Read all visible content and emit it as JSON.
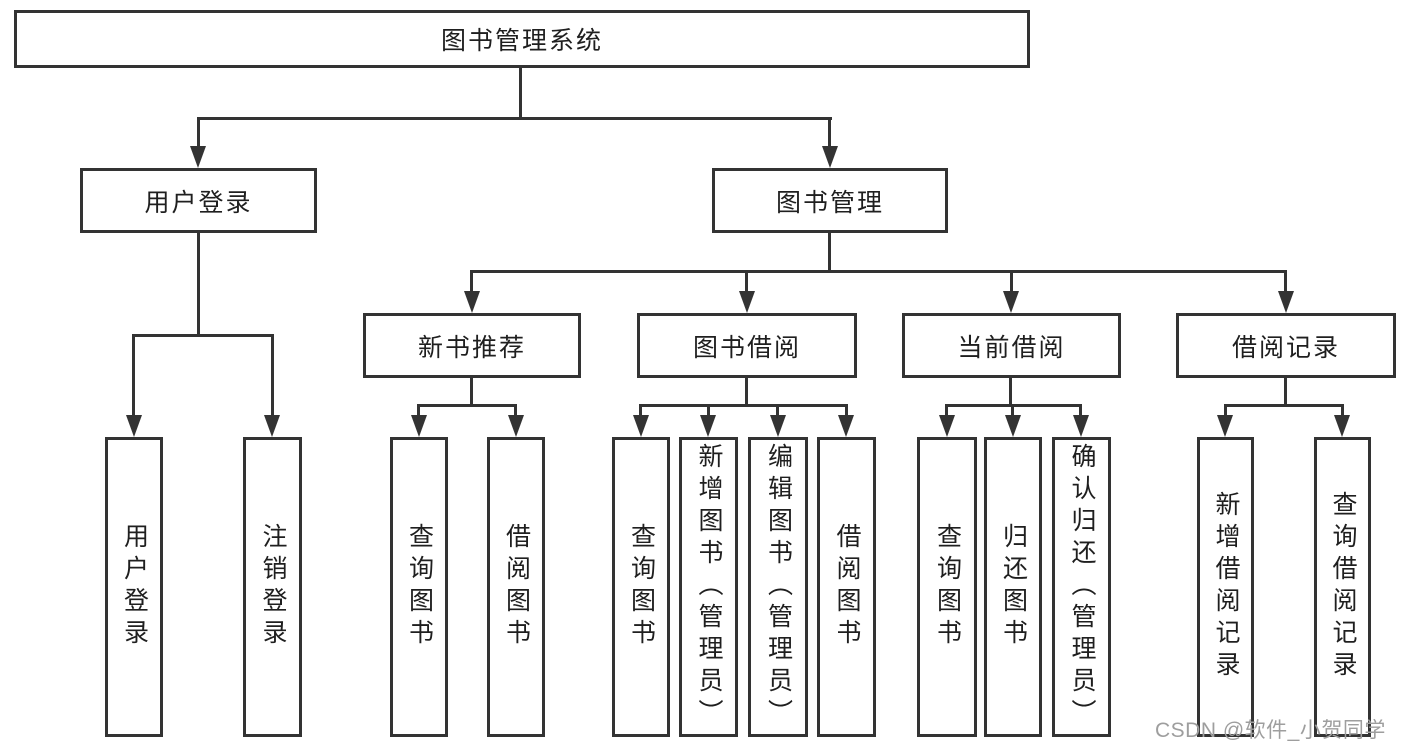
{
  "diagram": {
    "root": {
      "label": "图书管理系统"
    },
    "level2": {
      "user_login": {
        "label": "用户登录"
      },
      "book_mgmt": {
        "label": "图书管理"
      }
    },
    "level3": {
      "new_book": {
        "label": "新书推荐"
      },
      "book_borrow": {
        "label": "图书借阅"
      },
      "current_borrow": {
        "label": "当前借阅"
      },
      "borrow_records": {
        "label": "借阅记录"
      }
    },
    "leaves": {
      "user_login_1": {
        "label": "用户登录"
      },
      "user_login_2": {
        "label": "注销登录"
      },
      "new_book_1": {
        "label": "查询图书"
      },
      "new_book_2": {
        "label": "借阅图书"
      },
      "book_borrow_1": {
        "label": "查询图书"
      },
      "book_borrow_2": {
        "label": "新增图书（管理员）"
      },
      "book_borrow_3": {
        "label": "编辑图书（管理员）"
      },
      "book_borrow_4": {
        "label": "借阅图书"
      },
      "current_borrow_1": {
        "label": "查询图书"
      },
      "current_borrow_2": {
        "label": "归还图书"
      },
      "current_borrow_3": {
        "label": "确认归还（管理员）"
      },
      "borrow_records_1": {
        "label": "新增借阅记录"
      },
      "borrow_records_2": {
        "label": "查询借阅记录"
      }
    },
    "watermark": "CSDN @软件_小贺同学",
    "colors": {
      "line": "#333333",
      "text": "#1f1f1f",
      "watermark_text": "#9e9e9e",
      "background": "#ffffff"
    }
  }
}
